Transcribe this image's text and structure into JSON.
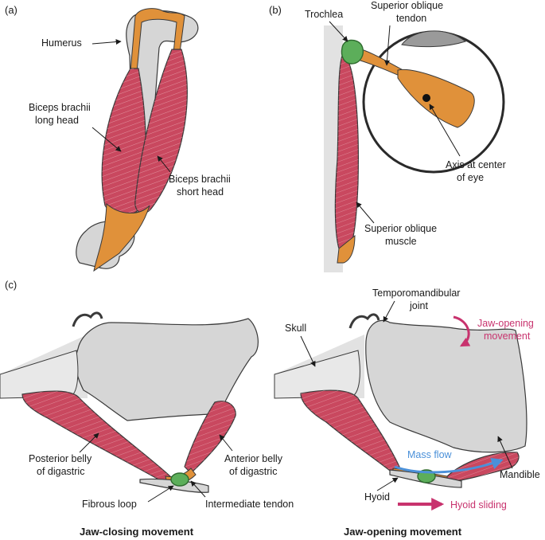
{
  "panels": {
    "a": "(a)",
    "b": "(b)",
    "c": "(c)"
  },
  "panel_a": {
    "humerus": "Humerus",
    "long_head": [
      "Biceps brachii",
      "long head"
    ],
    "short_head": [
      "Biceps brachii",
      "short head"
    ]
  },
  "panel_b": {
    "trochlea": "Trochlea",
    "tendon": [
      "Superior oblique",
      "tendon"
    ],
    "axis": [
      "Axis at center",
      "of eye"
    ],
    "muscle": [
      "Superior oblique",
      "muscle"
    ]
  },
  "panel_c_left": {
    "posterior": [
      "Posterior belly",
      "of digastric"
    ],
    "anterior": [
      "Anterior belly",
      "of digastric"
    ],
    "fibrous_loop": "Fibrous loop",
    "intermediate_tendon": "Intermediate tendon",
    "caption": "Jaw-closing movement"
  },
  "panel_c_right": {
    "tmj": [
      "Temporomandibular",
      "joint"
    ],
    "skull": "Skull",
    "jaw_opening": [
      "Jaw-opening",
      "movement"
    ],
    "mass_flow": "Mass flow",
    "mandible": "Mandible",
    "hyoid": "Hyoid",
    "hyoid_sliding": "Hyoid sliding",
    "caption": "Jaw-opening movement"
  },
  "colors": {
    "muscle": "#c9485f",
    "tendon": "#e0913a",
    "bone": "#d6d6d6",
    "loop": "#5cae5a",
    "accent": "#c8336e",
    "flow": "#4a90d9"
  }
}
